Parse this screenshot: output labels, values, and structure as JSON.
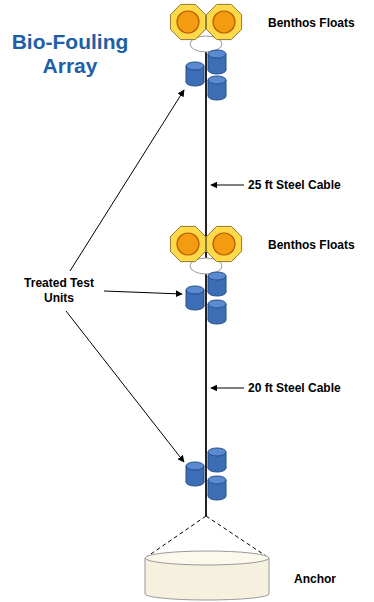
{
  "diagram": {
    "title": "Bio-Fouling Array",
    "labels": [
      "Benthos Floats",
      "25 ft Steel Cable",
      "Benthos Floats",
      "Treated Test Units",
      "20 ft Steel Cable",
      "Anchor"
    ]
  }
}
